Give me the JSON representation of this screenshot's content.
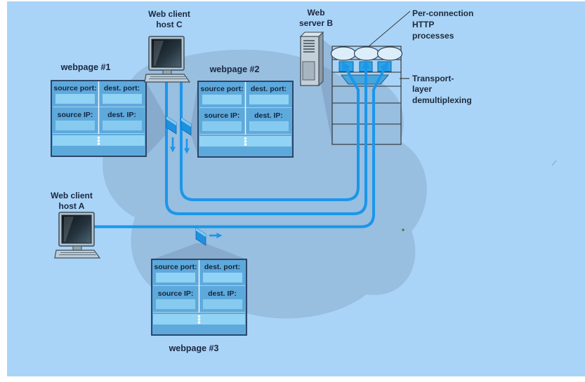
{
  "figure": {
    "title_semantics": "Two clients and a web server: per-connection HTTP processes and transport-layer demultiplexing",
    "hosts": {
      "client_c": {
        "line1": "Web client",
        "line2": "host C"
      },
      "client_a": {
        "line1": "Web client",
        "line2": "host A"
      },
      "server_b": {
        "line1": "Web",
        "line2": "server B"
      }
    },
    "annotations": {
      "per_connection": {
        "line1": "Per-connection",
        "line2": "HTTP",
        "line3": "processes"
      },
      "transport": {
        "line1": "Transport-",
        "line2": "layer",
        "line3": "demultiplexing"
      }
    },
    "packet_tables": {
      "field_labels": {
        "source_port": "source port:",
        "dest_port": "dest. port:",
        "source_ip": "source IP:",
        "dest_ip": "dest. IP:"
      },
      "captions": {
        "table1": "webpage #1",
        "table2": "webpage #2",
        "table3": "webpage #3"
      }
    },
    "colors": {
      "canvas": "#a9d4f8",
      "network_cloud": "rgba(106,128,156,0.26)",
      "connection_line": "#1b96ea",
      "packet_marker": "#1e90e0",
      "table_background": "#5ea9dc",
      "table_value_box": "#90d3f4",
      "socket_square": "#2ba3e8",
      "demux_trapezoid": "#49a4d9",
      "process_ellipse": "#ddeefb",
      "text": "#1b2740"
    }
  }
}
